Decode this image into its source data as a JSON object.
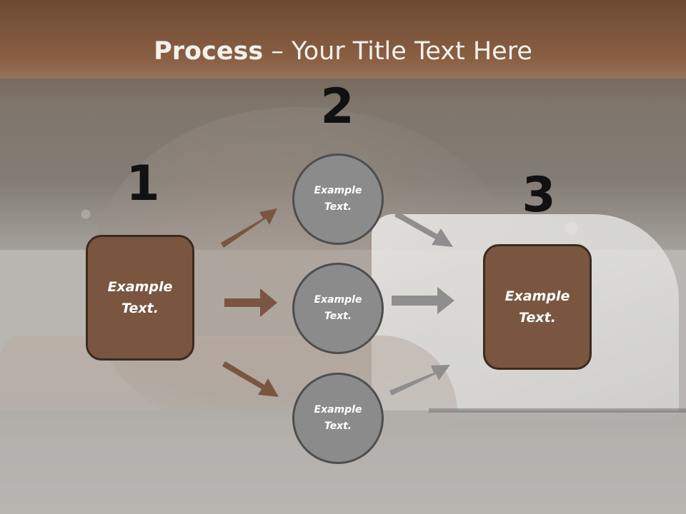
{
  "title": {
    "bold": "Process",
    "rest": " – Your Title Text Here"
  },
  "steps": {
    "one": "1",
    "two": "2",
    "three": "3"
  },
  "left_box": {
    "line1": "Example",
    "line2": "Text."
  },
  "right_box": {
    "line1": "Example",
    "line2": "Text."
  },
  "circles": [
    {
      "line1": "Example",
      "line2": "Text."
    },
    {
      "line1": "Example",
      "line2": "Text."
    },
    {
      "line1": "Example",
      "line2": "Text."
    }
  ],
  "colors": {
    "box_fill": "#7a5640",
    "box_border": "#3d2a1f",
    "circle_fill": "#8c8b8b",
    "brown_arrow": "#7a5640",
    "gray_arrow": "#8e8e8e",
    "number_text": "#111111",
    "title_text": "#f4f1ec"
  }
}
